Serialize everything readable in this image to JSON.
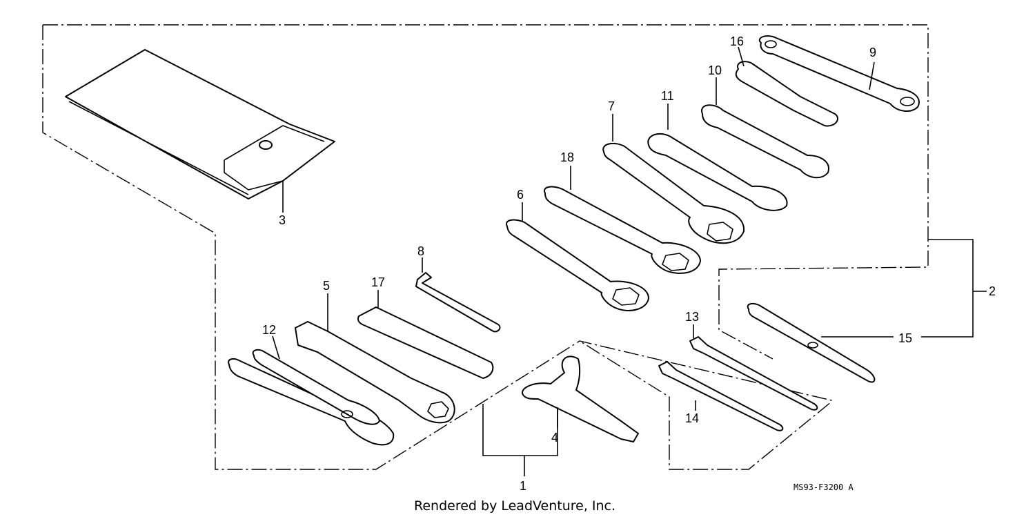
{
  "diagram": {
    "callouts": [
      "1",
      "2",
      "3",
      "4",
      "5",
      "6",
      "7",
      "8",
      "9",
      "10",
      "11",
      "12",
      "13",
      "14",
      "15",
      "16",
      "17",
      "18"
    ],
    "part_code": "MS93-F3200 A",
    "footer": "Rendered by LeadVenture, Inc."
  }
}
